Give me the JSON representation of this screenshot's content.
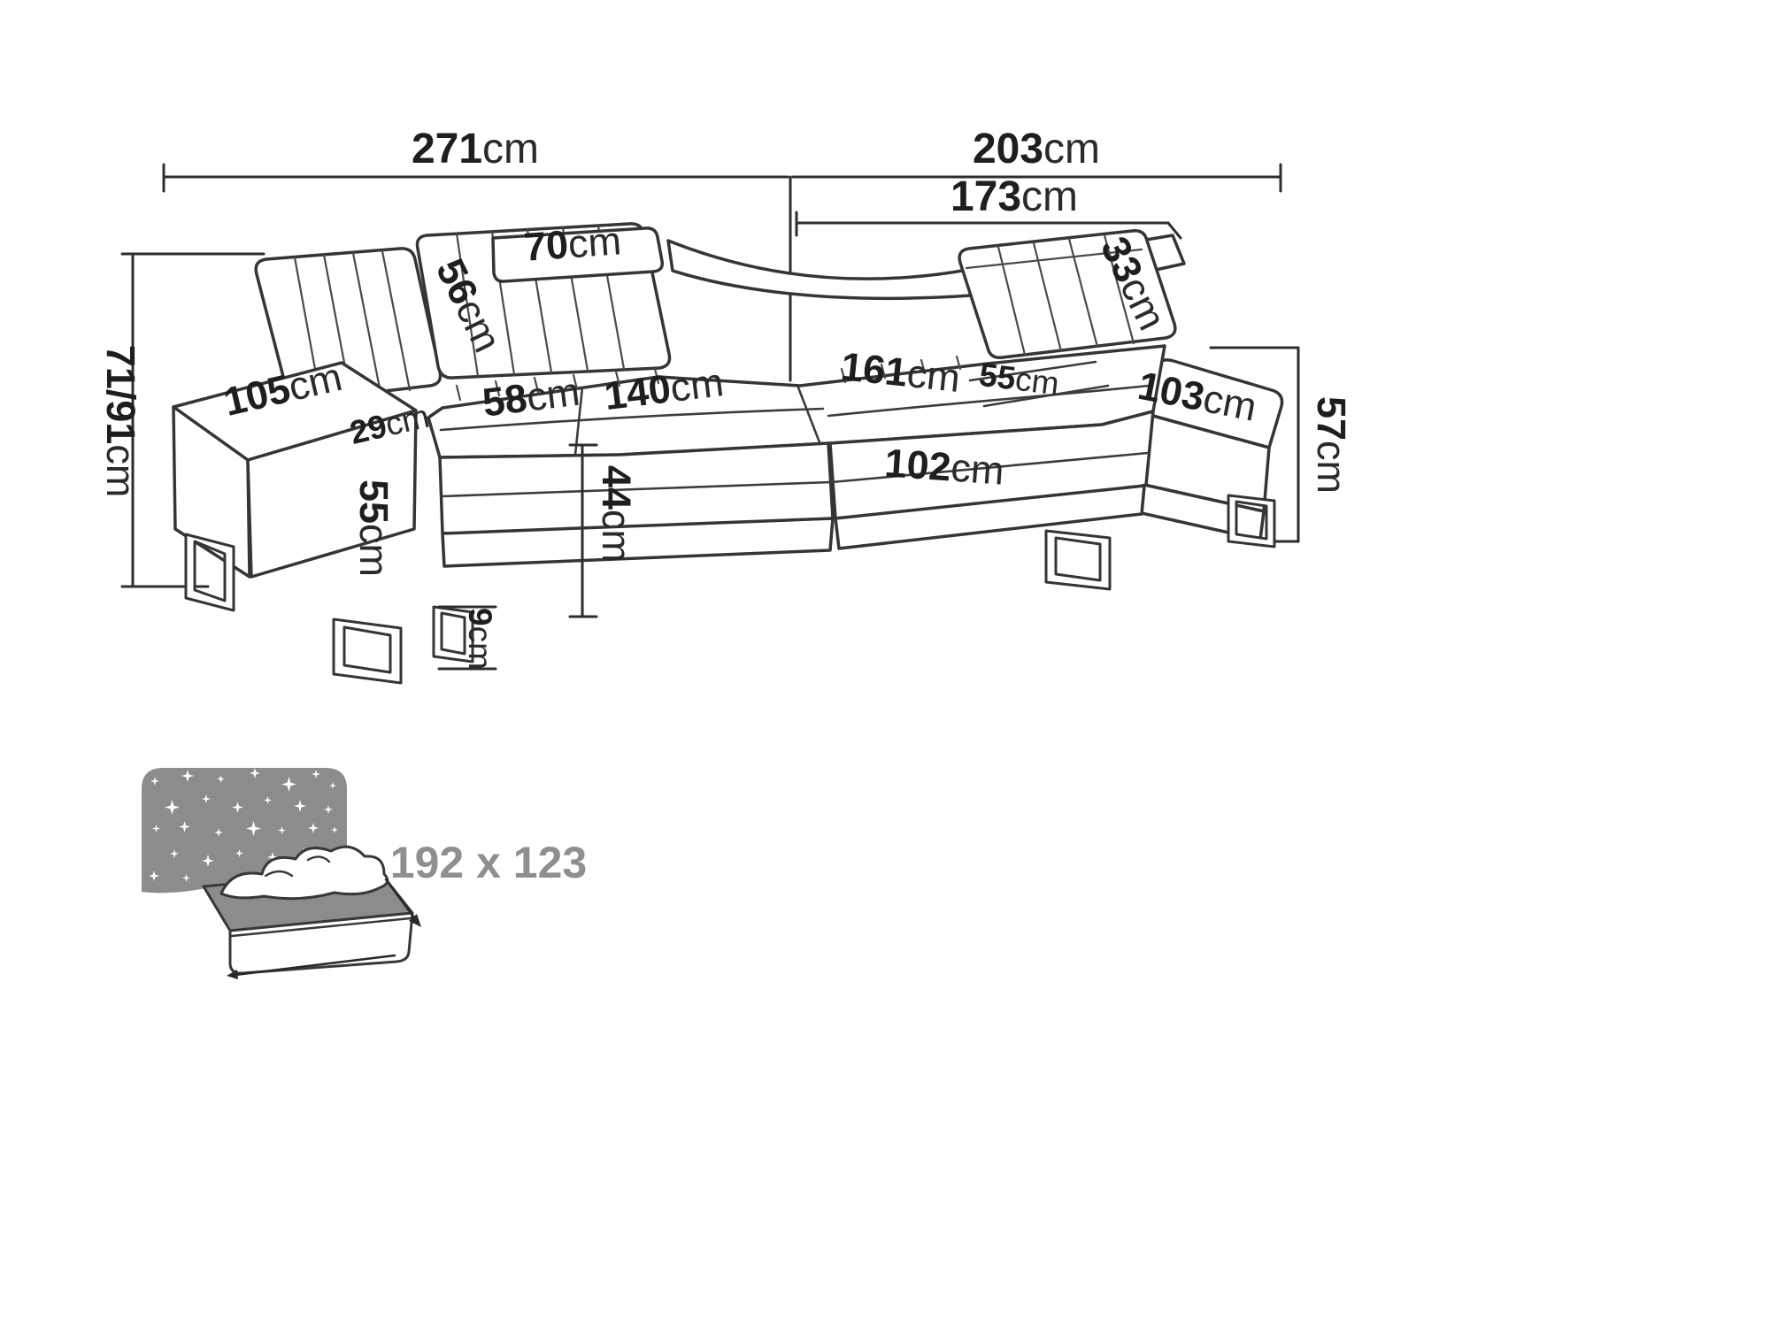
{
  "dims": {
    "width_left": {
      "value": "271",
      "unit": "cm"
    },
    "width_right": {
      "value": "203",
      "unit": "cm"
    },
    "back_right": {
      "value": "173",
      "unit": "cm"
    },
    "height_range": {
      "value": "71/91",
      "unit": "cm"
    },
    "headrest_left": {
      "value": "70",
      "unit": "cm"
    },
    "backrest_side": {
      "value": "56",
      "unit": "cm"
    },
    "headrest_right": {
      "value": "33",
      "unit": "cm"
    },
    "armrest_length": {
      "value": "105",
      "unit": "cm"
    },
    "armrest_width": {
      "value": "29",
      "unit": "cm"
    },
    "armrest_height": {
      "value": "55",
      "unit": "cm"
    },
    "seat_depth": {
      "value": "58",
      "unit": "cm"
    },
    "seat_width": {
      "value": "140",
      "unit": "cm"
    },
    "chaise_length": {
      "value": "161",
      "unit": "cm"
    },
    "chaise_band": {
      "value": "55",
      "unit": "cm"
    },
    "armrest_right_top": {
      "value": "103",
      "unit": "cm"
    },
    "front_right": {
      "value": "102",
      "unit": "cm"
    },
    "seat_height": {
      "value": "44",
      "unit": "cm"
    },
    "leg_height": {
      "value": "9",
      "unit": "cm"
    },
    "side_height_right": {
      "value": "57",
      "unit": "cm"
    }
  },
  "sleeping_area": {
    "label": "192 x 123"
  },
  "icons": {
    "sleeping_function": "sofa-bed-icon"
  },
  "colors": {
    "line": "#2e2e2e",
    "icon_gray": "#8c8c8c",
    "label_gray": "#8f8f8f"
  }
}
